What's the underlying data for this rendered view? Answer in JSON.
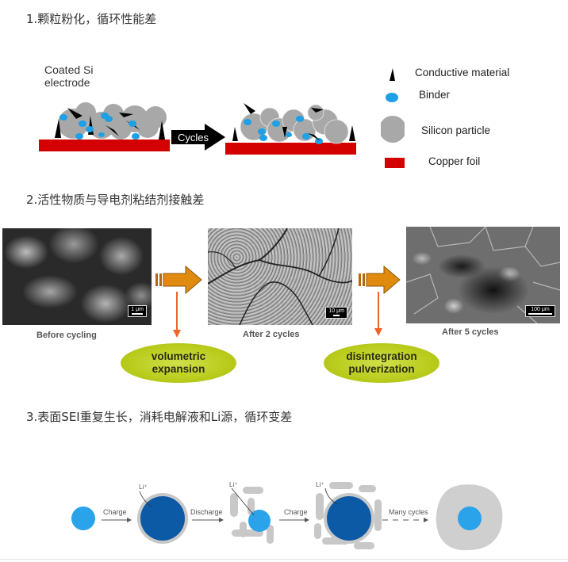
{
  "sections": [
    {
      "heading": "1.颗粒粉化，循环性能差",
      "figure": {
        "electrode_label_line1": "Coated Si",
        "electrode_label_line2": "electrode",
        "arrow_label": "Cycles",
        "legend": [
          {
            "icon": "conductive-material-icon",
            "label": "Conductive material"
          },
          {
            "icon": "binder-icon",
            "label": "Binder"
          },
          {
            "icon": "silicon-particle-icon",
            "label": "Silicon particle"
          },
          {
            "icon": "copper-foil-icon",
            "label": "Copper foil"
          }
        ]
      }
    },
    {
      "heading": "2.活性物质与导电剂粘结剂接触差",
      "figure": {
        "images": [
          {
            "caption": "Before cycling",
            "scale": "1 μm"
          },
          {
            "caption": "After 2 cycles",
            "scale": "10 μm"
          },
          {
            "caption": "After 5 cycles",
            "scale": "100 μm"
          }
        ],
        "effects": [
          {
            "line1": "volumetric",
            "line2": "expansion"
          },
          {
            "line1": "disintegration",
            "line2": "pulverization"
          }
        ]
      }
    },
    {
      "heading": "3.表面SEI重复生长，消耗电解液和Li源，循环变差",
      "figure": {
        "steps": [
          "Charge",
          "Discharge",
          "Charge",
          "Many cycles"
        ],
        "ion_label": "Li⁺"
      }
    }
  ],
  "colors": {
    "copper_foil": "#d40000",
    "binder": "#1ea0e6",
    "silicon": "#a8a8a8",
    "arrow_orange": "#e08a10",
    "down_arrow": "#f0642a",
    "ellipse_green": "#b9cc1c",
    "si_light": "#2aa3ea",
    "si_dark": "#0c5aa6",
    "sei_grey": "#c8c8c8"
  }
}
